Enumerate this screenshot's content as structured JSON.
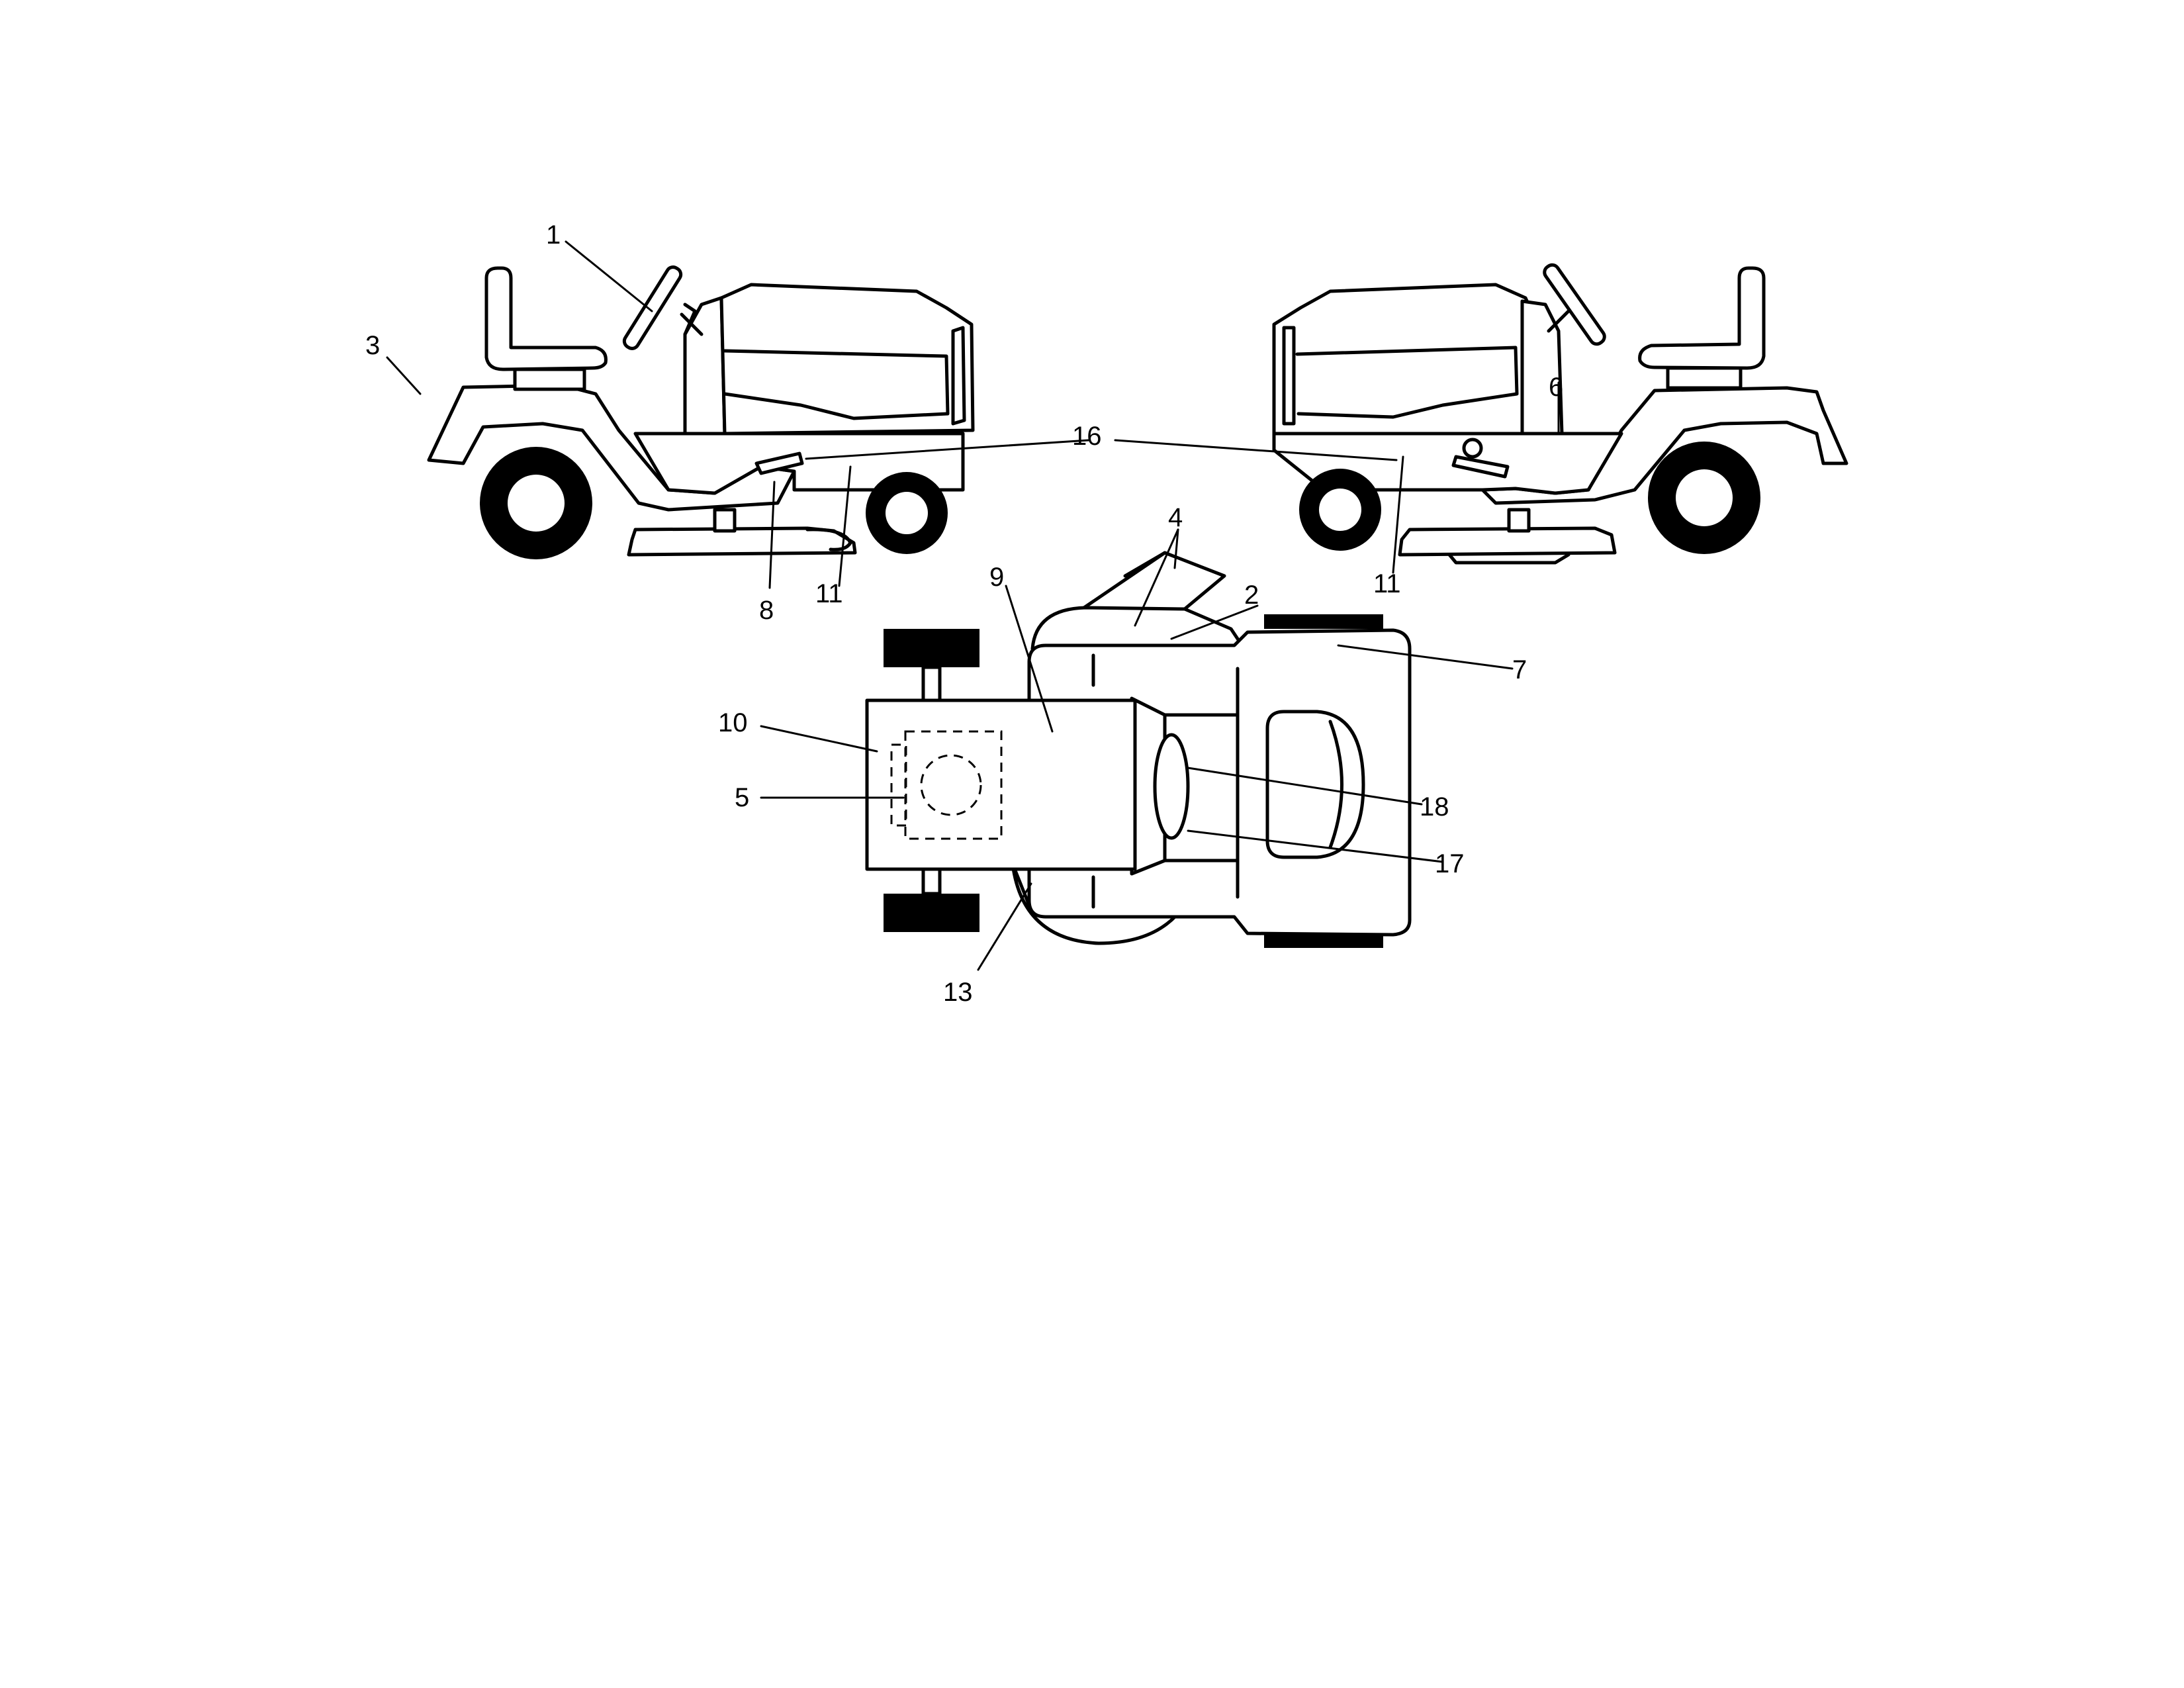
{
  "callouts": {
    "c1": "1",
    "c2": "2",
    "c3": "3",
    "c4": "4",
    "c5": "5",
    "c6": "6",
    "c7": "7",
    "c8": "8",
    "c9": "9",
    "c10": "10",
    "c11_left": "11",
    "c11_right": "11",
    "c13": "13",
    "c16": "16",
    "c17": "17",
    "c18": "18"
  }
}
